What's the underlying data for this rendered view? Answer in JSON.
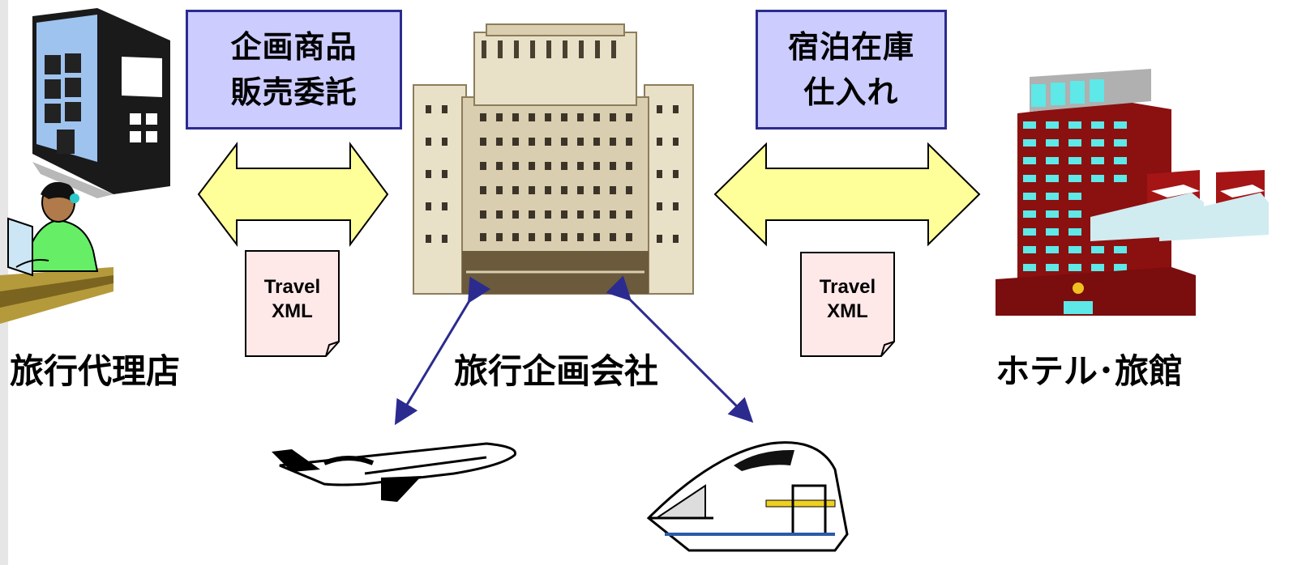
{
  "left_box": {
    "line1": "企画商品",
    "line2": "販売委託"
  },
  "right_box": {
    "line1": "宿泊在庫",
    "line2": "仕入れ"
  },
  "left_doc": {
    "line1": "Travel",
    "line2": "XML"
  },
  "right_doc": {
    "line1": "Travel",
    "line2": "XML"
  },
  "labels": {
    "agency": "旅行代理店",
    "company": "旅行企画会社",
    "hotel": "ホテル･旅館"
  },
  "colors": {
    "box_fill": "#ccccff",
    "box_border": "#2b2b8f",
    "arrow_fill": "#ffff99",
    "connector": "#2b2b8f",
    "doc_fill": "#ffe8e8"
  },
  "icons": [
    "office-building-icon",
    "agent-woman-icon",
    "hq-building-icon",
    "hotel-icon",
    "airplane-icon",
    "train-icon"
  ]
}
